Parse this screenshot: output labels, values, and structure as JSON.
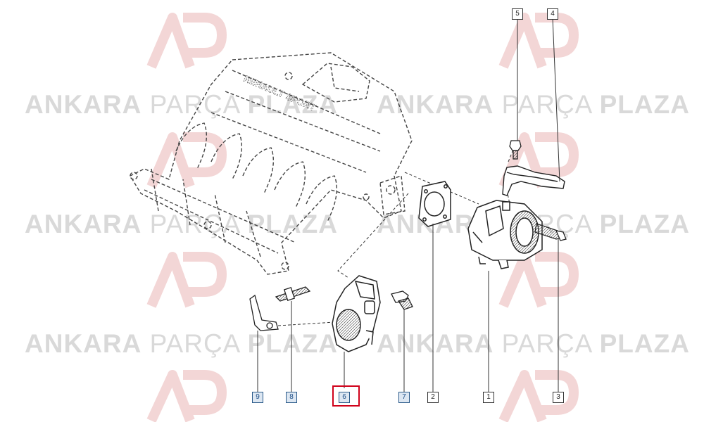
{
  "watermark": {
    "brand_bold_1": "ANKARA",
    "brand_light": "PARÇA",
    "brand_bold_2": "PLAZA",
    "logo_letters": "AP"
  },
  "callouts": [
    {
      "id": "callout-1",
      "label": "1",
      "style": "plain"
    },
    {
      "id": "callout-2",
      "label": "2",
      "style": "plain"
    },
    {
      "id": "callout-3",
      "label": "3",
      "style": "plain"
    },
    {
      "id": "callout-4",
      "label": "4",
      "style": "plain"
    },
    {
      "id": "callout-5",
      "label": "5",
      "style": "plain"
    },
    {
      "id": "callout-6",
      "label": "6",
      "style": "blue",
      "selected": true
    },
    {
      "id": "callout-7",
      "label": "7",
      "style": "blue"
    },
    {
      "id": "callout-8",
      "label": "8",
      "style": "blue"
    },
    {
      "id": "callout-9",
      "label": "9",
      "style": "blue"
    }
  ],
  "manifold_lettering": "RENAULT SPORT",
  "colors": {
    "highlight": "#d0021b",
    "callout_blue_fill": "#dde7f2",
    "callout_blue_border": "#2a5a8a",
    "watermark_text": "#d9d9d9",
    "watermark_logo": "#f3d6d6"
  }
}
